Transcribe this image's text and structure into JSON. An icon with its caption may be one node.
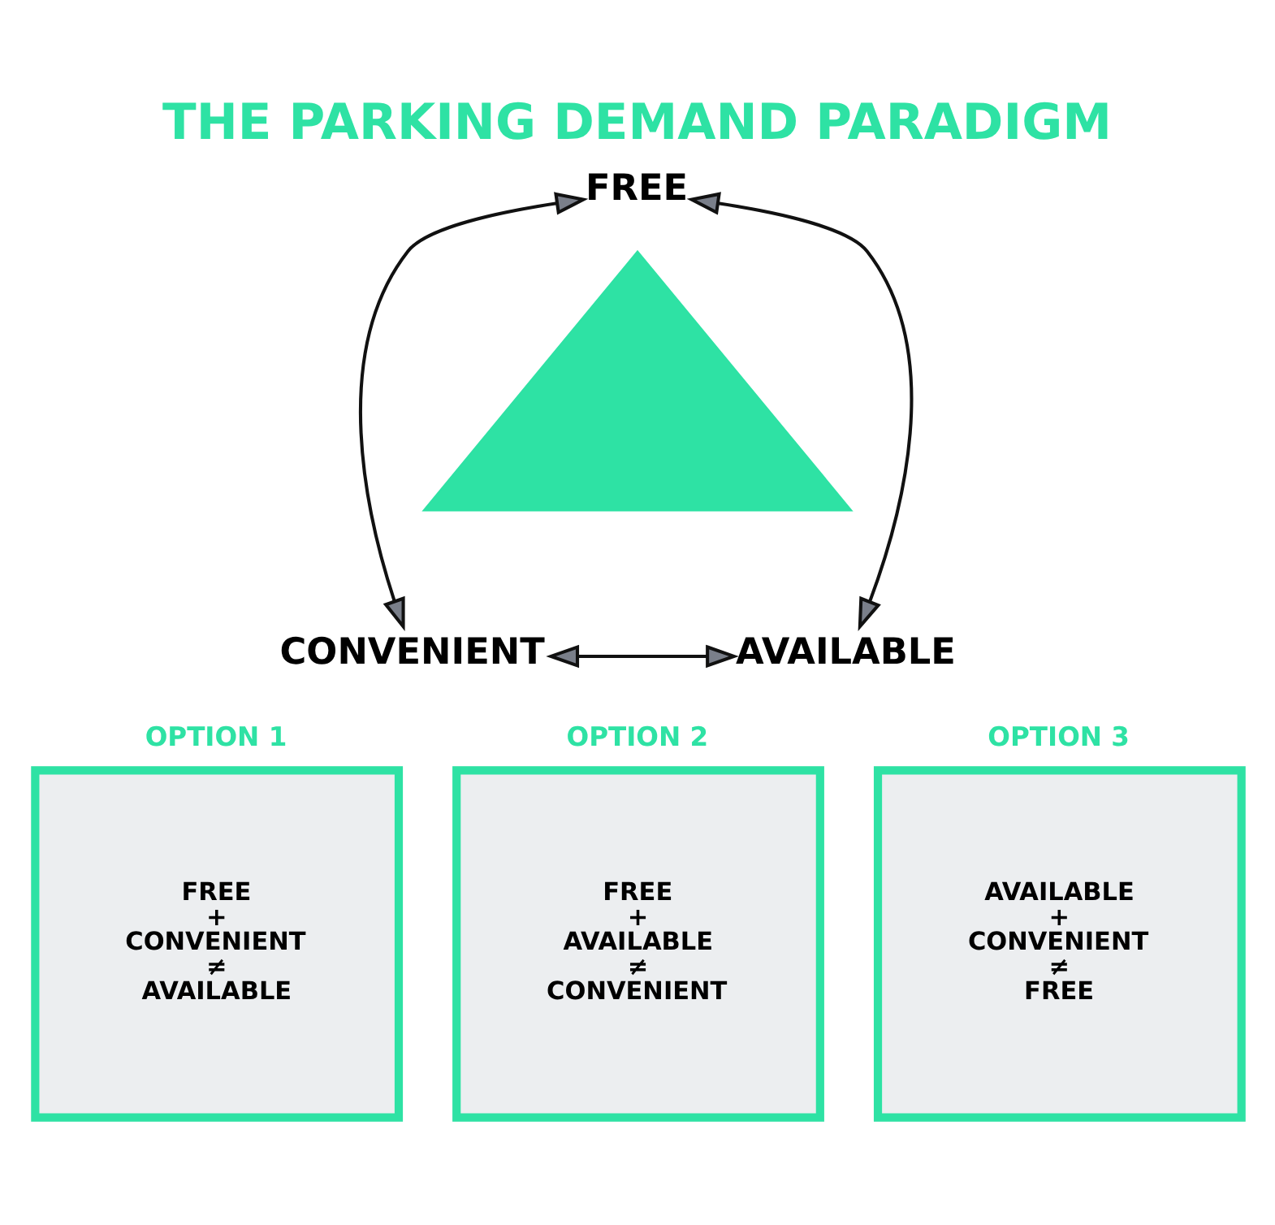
{
  "diagram": {
    "title": "THE PARKING DEMAND PARADIGM",
    "nodes": [
      {
        "text": [
          "FREE"
        ]
      },
      {
        "text": [],
        "shape": "triangle"
      },
      {
        "text": [
          "CONVENIENT"
        ]
      },
      {
        "text": [
          "AVAILABLE"
        ]
      },
      {
        "text": [
          "OPTION 1",
          "FREE + CONVENIENT ≠ AVAILABLE"
        ]
      },
      {
        "text": [
          "OPTION 2",
          "FREE + AVAILABLE ≠ CONVENIENT"
        ]
      },
      {
        "text": [
          "OPTION 3",
          "AVAILABLE + CONVENIENT ≠ FREE"
        ]
      }
    ],
    "edges": [
      {
        "from": 0,
        "to": 2,
        "arrow": "both"
      },
      {
        "from": 0,
        "to": 3,
        "arrow": "both"
      },
      {
        "from": 2,
        "to": 3,
        "arrow": "both"
      }
    ]
  }
}
